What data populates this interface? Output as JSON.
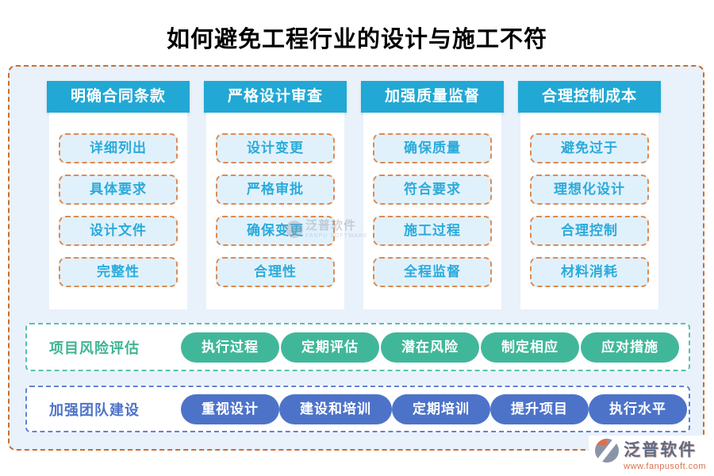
{
  "title": "如何避免工程行业的设计与施工不符",
  "columns": [
    {
      "header": "明确合同条款",
      "items": [
        "详细列出",
        "具体要求",
        "设计文件",
        "完整性"
      ]
    },
    {
      "header": "严格设计审查",
      "items": [
        "设计变更",
        "严格审批",
        "确保变更",
        "合理性"
      ]
    },
    {
      "header": "加强质量监督",
      "items": [
        "确保质量",
        "符合要求",
        "施工过程",
        "全程监督"
      ]
    },
    {
      "header": "合理控制成本",
      "items": [
        "避免过于",
        "理想化设计",
        "合理控制",
        "材料消耗"
      ]
    }
  ],
  "rows": [
    {
      "label": "项目风险评估",
      "items": [
        "执行过程",
        "定期评估",
        "潜在风险",
        "制定相应",
        "应对措施"
      ]
    },
    {
      "label": "加强团队建设",
      "items": [
        "重视设计",
        "建设和培训",
        "定期培训",
        "提升项目",
        "执行水平"
      ]
    }
  ],
  "watermark": {
    "name": "泛普软件",
    "sub": "FANPU SOFTWARE"
  },
  "logo": {
    "name": "泛普软件",
    "url": "www.fanpusoft.com"
  },
  "colors": {
    "header_cyan": "#21a8d4",
    "item_text_cyan": "#2babda",
    "item_fill": "#e1f1fc",
    "item_dash_orange": "#de8a50",
    "outer_dash_orange": "#c96f2f",
    "frame_bg": "#e9f1fa",
    "green": "#41b79a",
    "blue": "#4d73c9",
    "logo_text": "#5c6b85",
    "logo_url": "#d9714f"
  }
}
